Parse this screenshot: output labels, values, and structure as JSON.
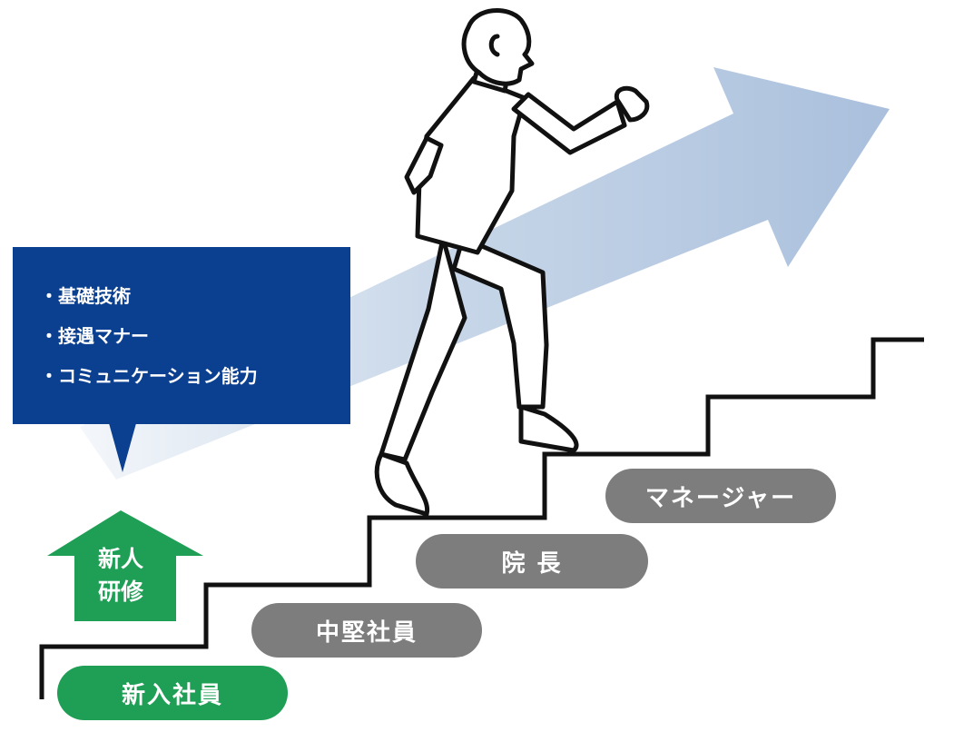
{
  "callout": {
    "items": [
      "・基礎技術",
      "・接遇マナー",
      "・コミュニケーション能力"
    ]
  },
  "training_arrow": {
    "line1": "新人",
    "line2": "研修",
    "color": "#1f9f55"
  },
  "steps": {
    "new_employee": "新入社員",
    "mid_level": "中堅社員",
    "director": "院 長",
    "manager": "マネージャー"
  },
  "colors": {
    "callout": "#0b3f8f",
    "green": "#1f9f55",
    "gray": "#7d7d7d",
    "growth_arrow": "#b5c9e1"
  },
  "icons": {
    "person": "climbing-person-icon",
    "growth": "growth-arrow-icon",
    "stairs": "stairs-icon"
  }
}
